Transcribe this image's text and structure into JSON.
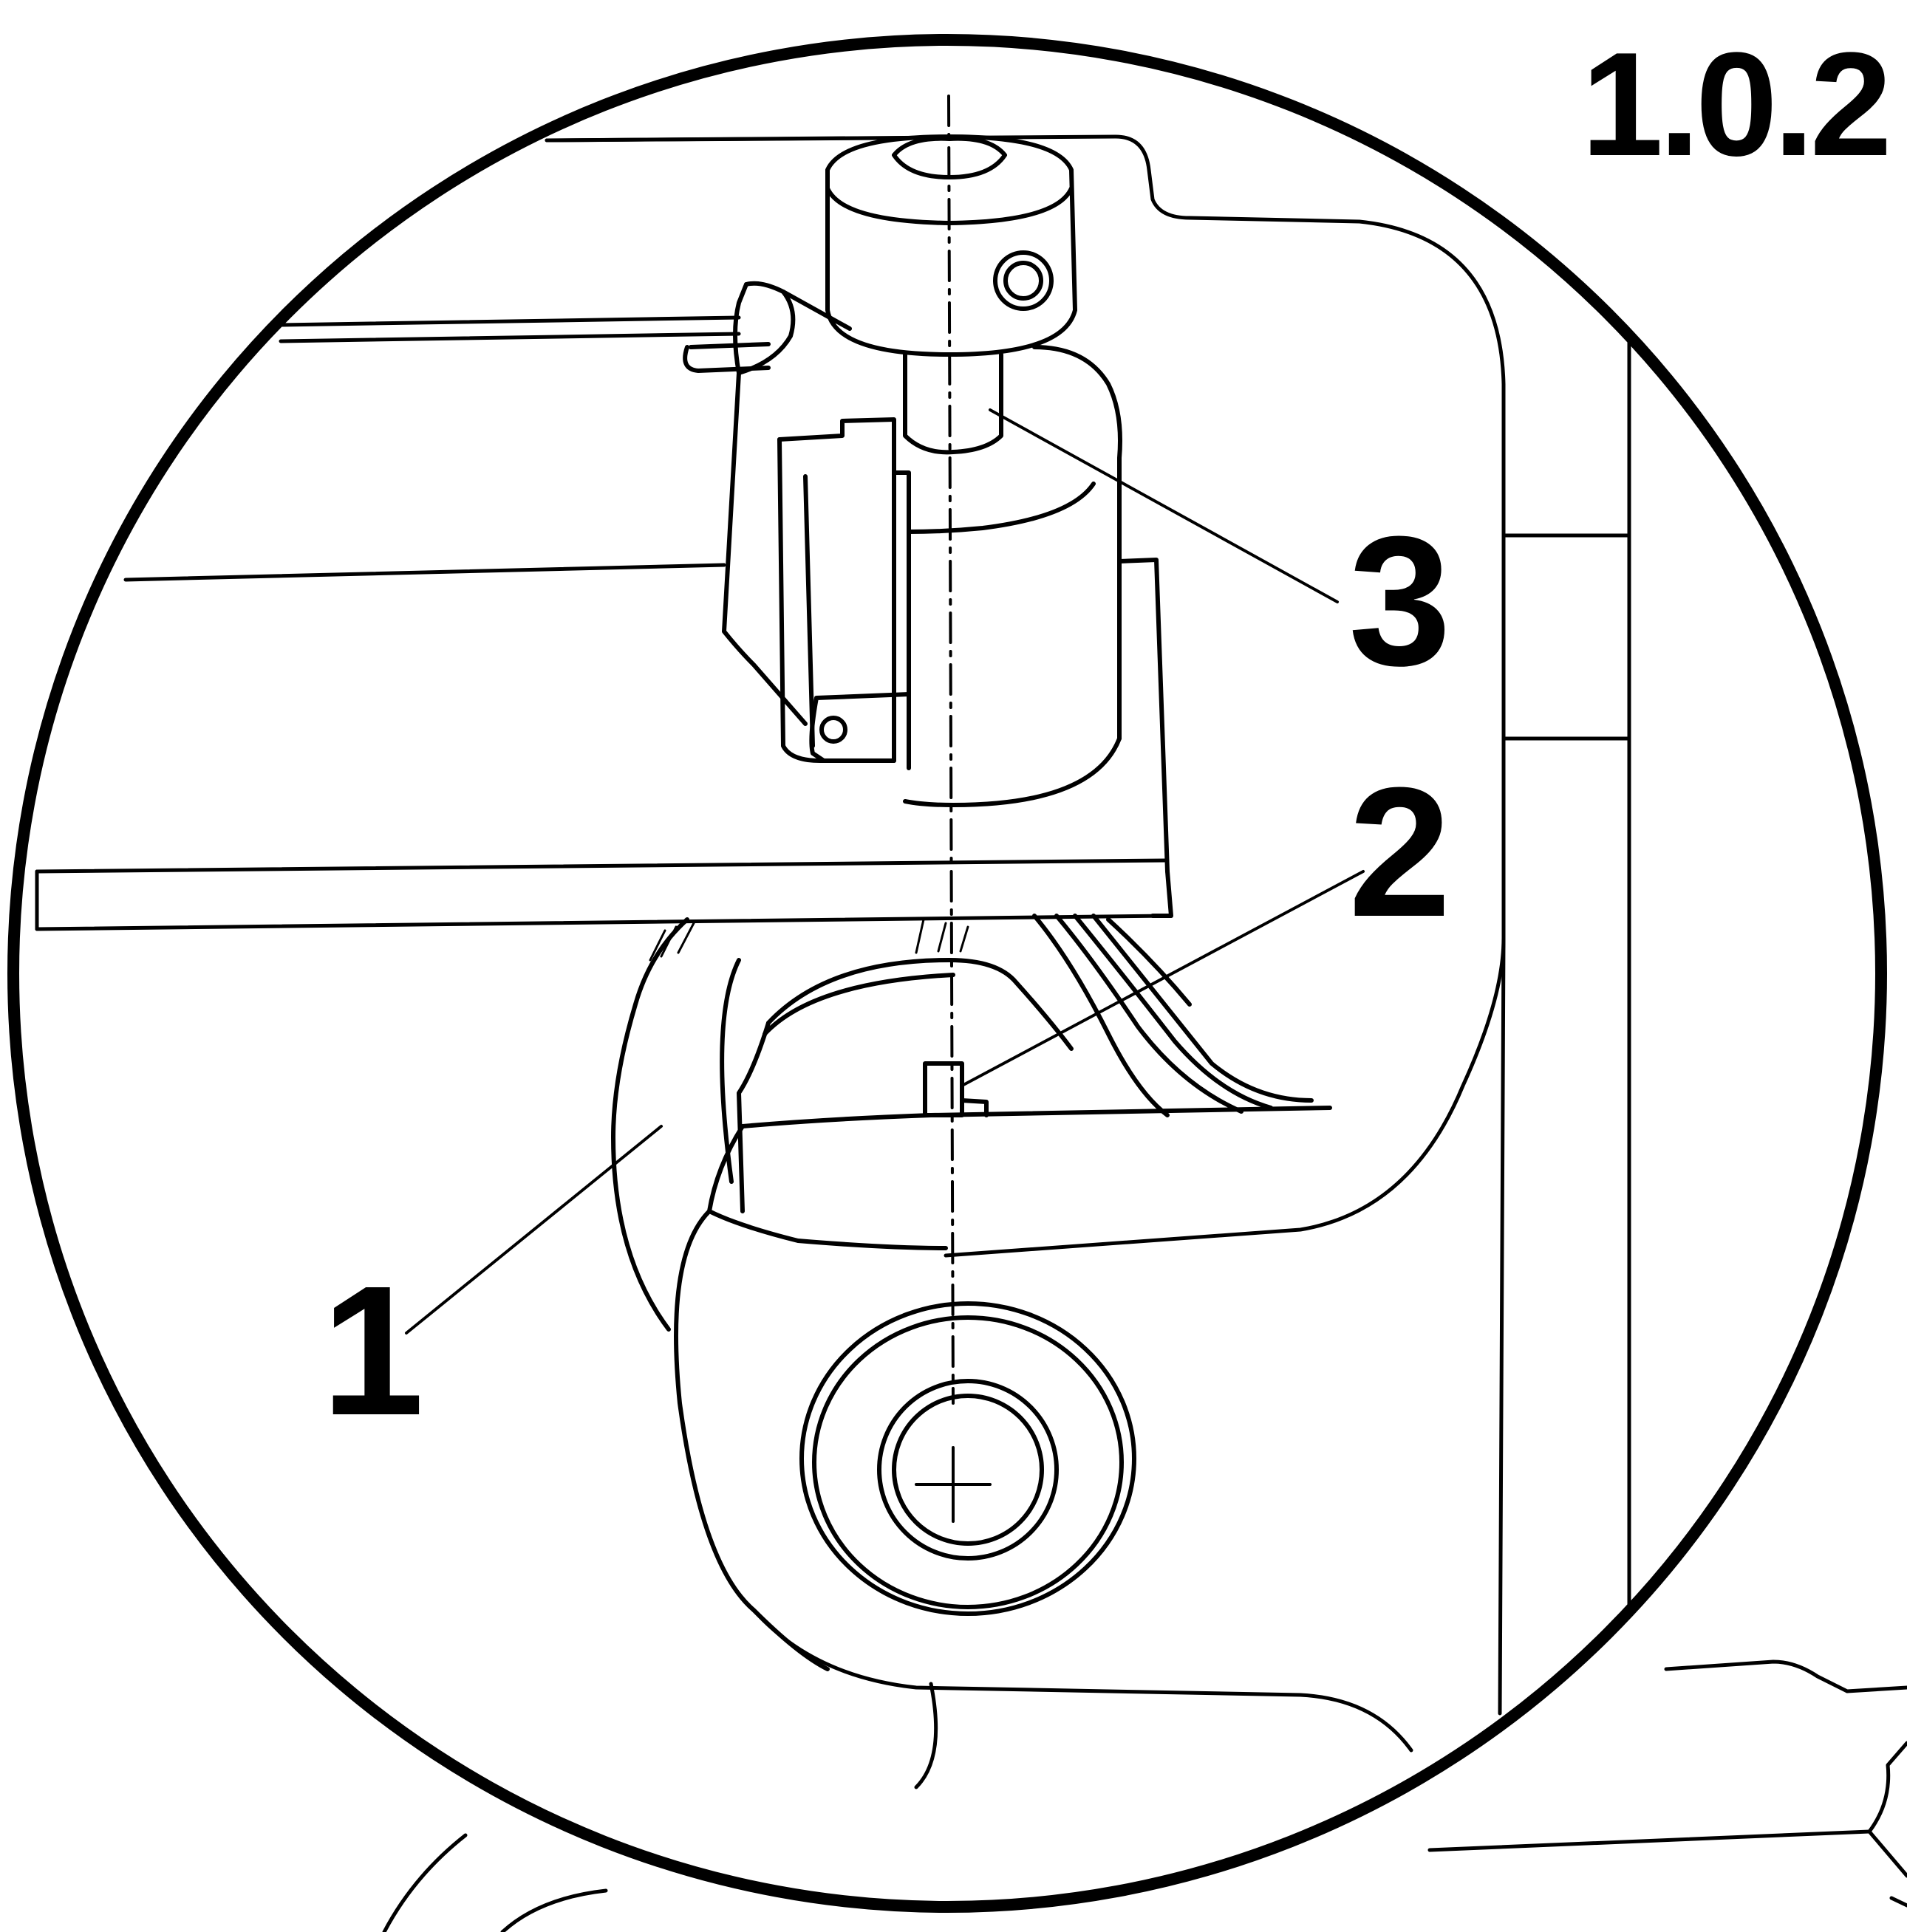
{
  "figure": {
    "number": "1.0.2"
  },
  "callouts": {
    "c1": "1",
    "c2": "2",
    "c3": "3"
  },
  "colors": {
    "ink": "#000000",
    "paper": "#ffffff"
  }
}
